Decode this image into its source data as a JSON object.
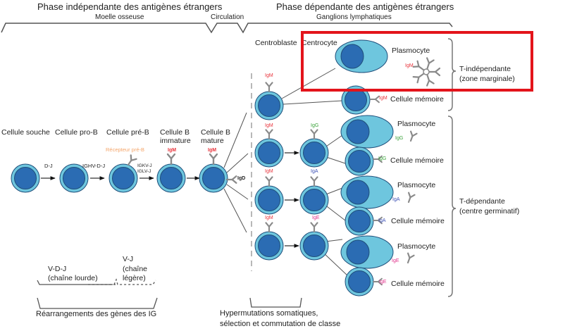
{
  "header": {
    "phase_independent": "Phase indépendante des antigènes étrangers",
    "bone_marrow": "Moelle osseuse",
    "circulation": "Circulation",
    "phase_dependent": "Phase dépendante des antigènes étrangers",
    "lymph_nodes": "Ganglions lymphatiques"
  },
  "stages": {
    "stem_cell": "Cellule souche",
    "pro_b": "Cellule pro-B",
    "pre_b": "Cellule pré-B",
    "immature_b_1": "Cellule B",
    "immature_b_2": "immature",
    "mature_b_1": "Cellule B",
    "mature_b_2": "mature",
    "pre_b_receptor": "Récepteur pré-B",
    "centroblast": "Centroblaste",
    "centrocyte": "Centrocyte"
  },
  "steps": {
    "dj": "D-J",
    "ighv_dj": "IGHV-D-J",
    "igkv_j": "IGKV-J",
    "iglv_j": "IGLV-J"
  },
  "isotypes": {
    "igm": "IgM",
    "igd": "IgD",
    "igg": "IgG",
    "iga": "IgA",
    "ige": "IgE"
  },
  "outcomes": {
    "plasmocyte": "Plasmocyte",
    "memory_cell": "Cellule mémoire"
  },
  "responses": {
    "t_independent_1": "T-indépendante",
    "t_independent_2": "(zone marginale)",
    "t_dependent_1": "T-dépendante",
    "t_dependent_2": "(centre germinatif)"
  },
  "footer": {
    "vdj": "V-D-J",
    "heavy_chain": "(chaîne lourde)",
    "vj": "V-J",
    "light_chain_1": "(chaîne",
    "light_chain_2": "légère)",
    "rearrangements": "Réarrangements des gènes des IG",
    "hypermutation_1": "Hypermutations somatiques,",
    "hypermutation_2": "sélection et commutation de classe"
  },
  "colors": {
    "cell_outer": "#6ec6de",
    "cell_inner": "#2b6cb3",
    "cell_stroke": "#1f4e7a",
    "igm": "#e8323a",
    "igg": "#3aa33a",
    "iga": "#3b4fb5",
    "ige": "#e0308a",
    "pre_b_receptor": "#f4a56a",
    "highlight": "#e3141b"
  }
}
